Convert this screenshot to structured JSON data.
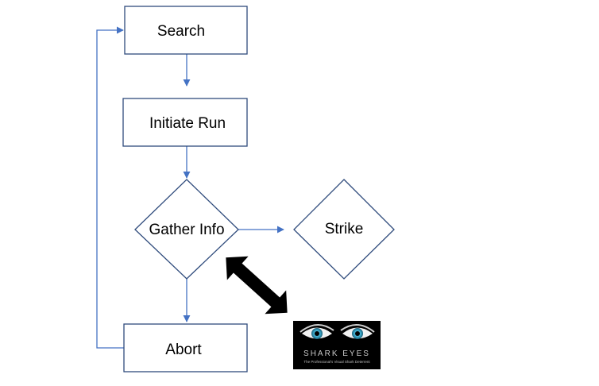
{
  "diagram": {
    "nodes": {
      "search": "Search",
      "initiate_run": "Initiate Run",
      "gather_info": "Gather Info",
      "strike": "Strike",
      "abort": "Abort"
    },
    "logo": {
      "name": "SHARK EYES",
      "tagline": "The Professional's Visual Shark Deterrent"
    }
  },
  "colors": {
    "box_border": "#2f4b7c",
    "connector": "#4472c4",
    "big_arrow": "#000000",
    "logo_background": "#000000",
    "eye_iris": "#3aa7c8"
  }
}
